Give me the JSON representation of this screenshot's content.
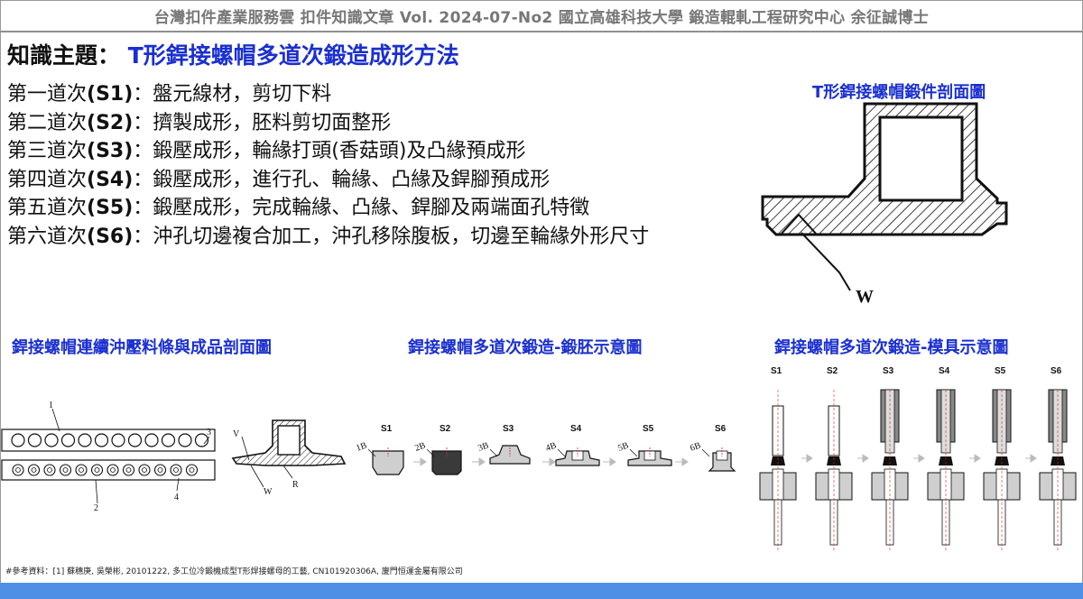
{
  "header": "台灣扣件產業服務雲  扣件知識文章  Vol. 2024-07-No2  國立高雄科技大學  鍛造輥軋工程研究中心  余征誠博士",
  "topic": {
    "label": "知識主題：",
    "value": "T形銲接螺帽多道次鍛造成形方法"
  },
  "steps": [
    {
      "prefix": "第一道次",
      "code": "(S1)",
      "text": "：盤元線材，剪切下料"
    },
    {
      "prefix": "第二道次",
      "code": "(S2)",
      "text": "：擠製成形，胚料剪切面整形"
    },
    {
      "prefix": "第三道次",
      "code": "(S3)",
      "text": "：鍛壓成形，輪緣打頭(香菇頭)及凸緣預成形"
    },
    {
      "prefix": "第四道次",
      "code": "(S4)",
      "text": "：鍛壓成形，進行孔、輪緣、凸緣及銲腳預成形"
    },
    {
      "prefix": "第五道次",
      "code": "(S5)",
      "text": "：鍛壓成形，完成輪緣、凸緣、銲腳及兩端面孔特徵"
    },
    {
      "prefix": "第六道次",
      "code": "(S6)",
      "text": "：沖孔切邊複合加工，沖孔移除腹板，切邊至輪緣外形尺寸"
    }
  ],
  "cross_section": {
    "title": "T形銲接螺帽鍛件剖面圖",
    "label_w": "W"
  },
  "strip": {
    "title": "銲接螺帽連續沖壓料條與成品剖面圖",
    "labels": {
      "n1": "1",
      "n2": "2",
      "n3": "3",
      "n4": "4",
      "v": "V",
      "w": "W",
      "r": "R"
    }
  },
  "billet": {
    "title": "銲接螺帽多道次鍛造-鍛胚示意圖",
    "stages": [
      "S1",
      "S2",
      "S3",
      "S4",
      "S5",
      "S6"
    ],
    "parts": [
      "1B",
      "2B",
      "3B",
      "4B",
      "5B",
      "6B"
    ]
  },
  "die": {
    "title": "銲接螺帽多道次鍛造-模具示意圖",
    "stages": [
      "S1",
      "S2",
      "S3",
      "S4",
      "S5",
      "S6"
    ]
  },
  "reference": "#參考資料：[1] 蘇穗庚, 吳榮彬, 20101222, 多工位冷鍛機成型T形焊接螺母的工藝, CN101920306A, 廈門恒運金屬有限公司",
  "colors": {
    "title_blue": "#1a2fd0",
    "bottom_bar": "#4f8fe6",
    "header_gray": "#777777"
  }
}
